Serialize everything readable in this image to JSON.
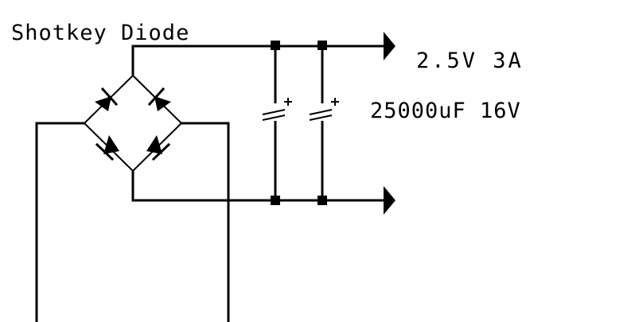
{
  "labels": {
    "diode": "Shotkey Diode",
    "output": "2.5V 3A",
    "capacitors": "25000uF 16V"
  },
  "colors": {
    "ink": "#000000",
    "background": "#ffffff"
  }
}
